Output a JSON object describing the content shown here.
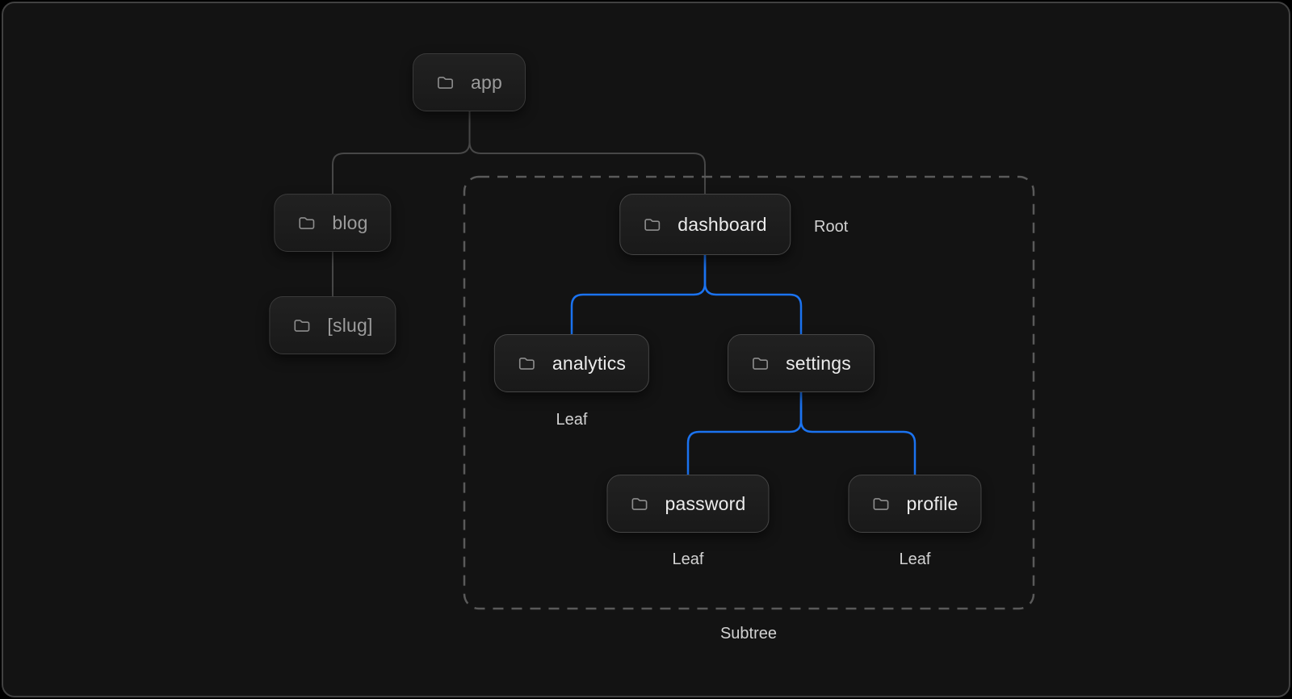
{
  "diagram": {
    "title_semantics": "route-tree-diagram",
    "nodes": [
      {
        "id": "app",
        "label": "app",
        "icon": "folder-icon",
        "emphasis": "dim"
      },
      {
        "id": "blog",
        "label": "blog",
        "icon": "folder-icon",
        "emphasis": "dim"
      },
      {
        "id": "slug",
        "label": "[slug]",
        "icon": "folder-icon",
        "emphasis": "dim"
      },
      {
        "id": "dashboard",
        "label": "dashboard",
        "icon": "folder-icon",
        "emphasis": "bright",
        "annotation": "Root"
      },
      {
        "id": "analytics",
        "label": "analytics",
        "icon": "folder-icon",
        "emphasis": "bright",
        "annotation": "Leaf"
      },
      {
        "id": "settings",
        "label": "settings",
        "icon": "folder-icon",
        "emphasis": "bright"
      },
      {
        "id": "password",
        "label": "password",
        "icon": "folder-icon",
        "emphasis": "bright",
        "annotation": "Leaf"
      },
      {
        "id": "profile",
        "label": "profile",
        "icon": "folder-icon",
        "emphasis": "bright",
        "annotation": "Leaf"
      }
    ],
    "edges": [
      {
        "from": "app",
        "to": "blog",
        "highlighted": false
      },
      {
        "from": "app",
        "to": "dashboard",
        "highlighted": false
      },
      {
        "from": "blog",
        "to": "slug",
        "highlighted": false
      },
      {
        "from": "dashboard",
        "to": "analytics",
        "highlighted": true
      },
      {
        "from": "dashboard",
        "to": "settings",
        "highlighted": true
      },
      {
        "from": "settings",
        "to": "password",
        "highlighted": true
      },
      {
        "from": "settings",
        "to": "profile",
        "highlighted": true
      }
    ],
    "subtree_label": "Subtree"
  },
  "colors": {
    "edge_default": "#474747",
    "edge_highlight": "#1b73f0",
    "subtree_outline": "#5a5a5a",
    "node_background": "#1c1c1c",
    "node_border": "#3a3a3a",
    "node_text_dim": "#9c9c9c",
    "node_text_bright": "#ececec",
    "annotation_text": "#d2d2d2",
    "canvas_background": "#131313",
    "frame_border": "#414141"
  }
}
